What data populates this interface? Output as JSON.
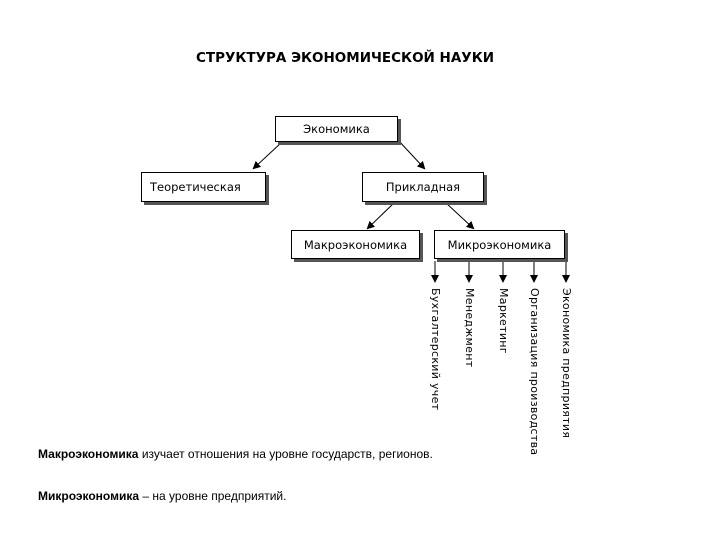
{
  "title": "СТРУКТУРА ЭКОНОМИЧЕСКОЙ НАУКИ",
  "nodes": {
    "economics": "Экономика",
    "theoretical": "Теоретическая",
    "applied": "Прикладная",
    "macro": "Макроэкономика",
    "micro": "Микроэкономика"
  },
  "micro_branches": [
    "Экономика предприятия",
    "Организация производства",
    "Маркетинг",
    "Менеджмент",
    "Бухгалтерский учет"
  ],
  "notes": {
    "macro_term": "Макроэкономика",
    "macro_text": " изучает отношения на уровне государств, регионов.",
    "micro_term": "Микроэкономика",
    "micro_text": " – на уровне предприятий."
  }
}
